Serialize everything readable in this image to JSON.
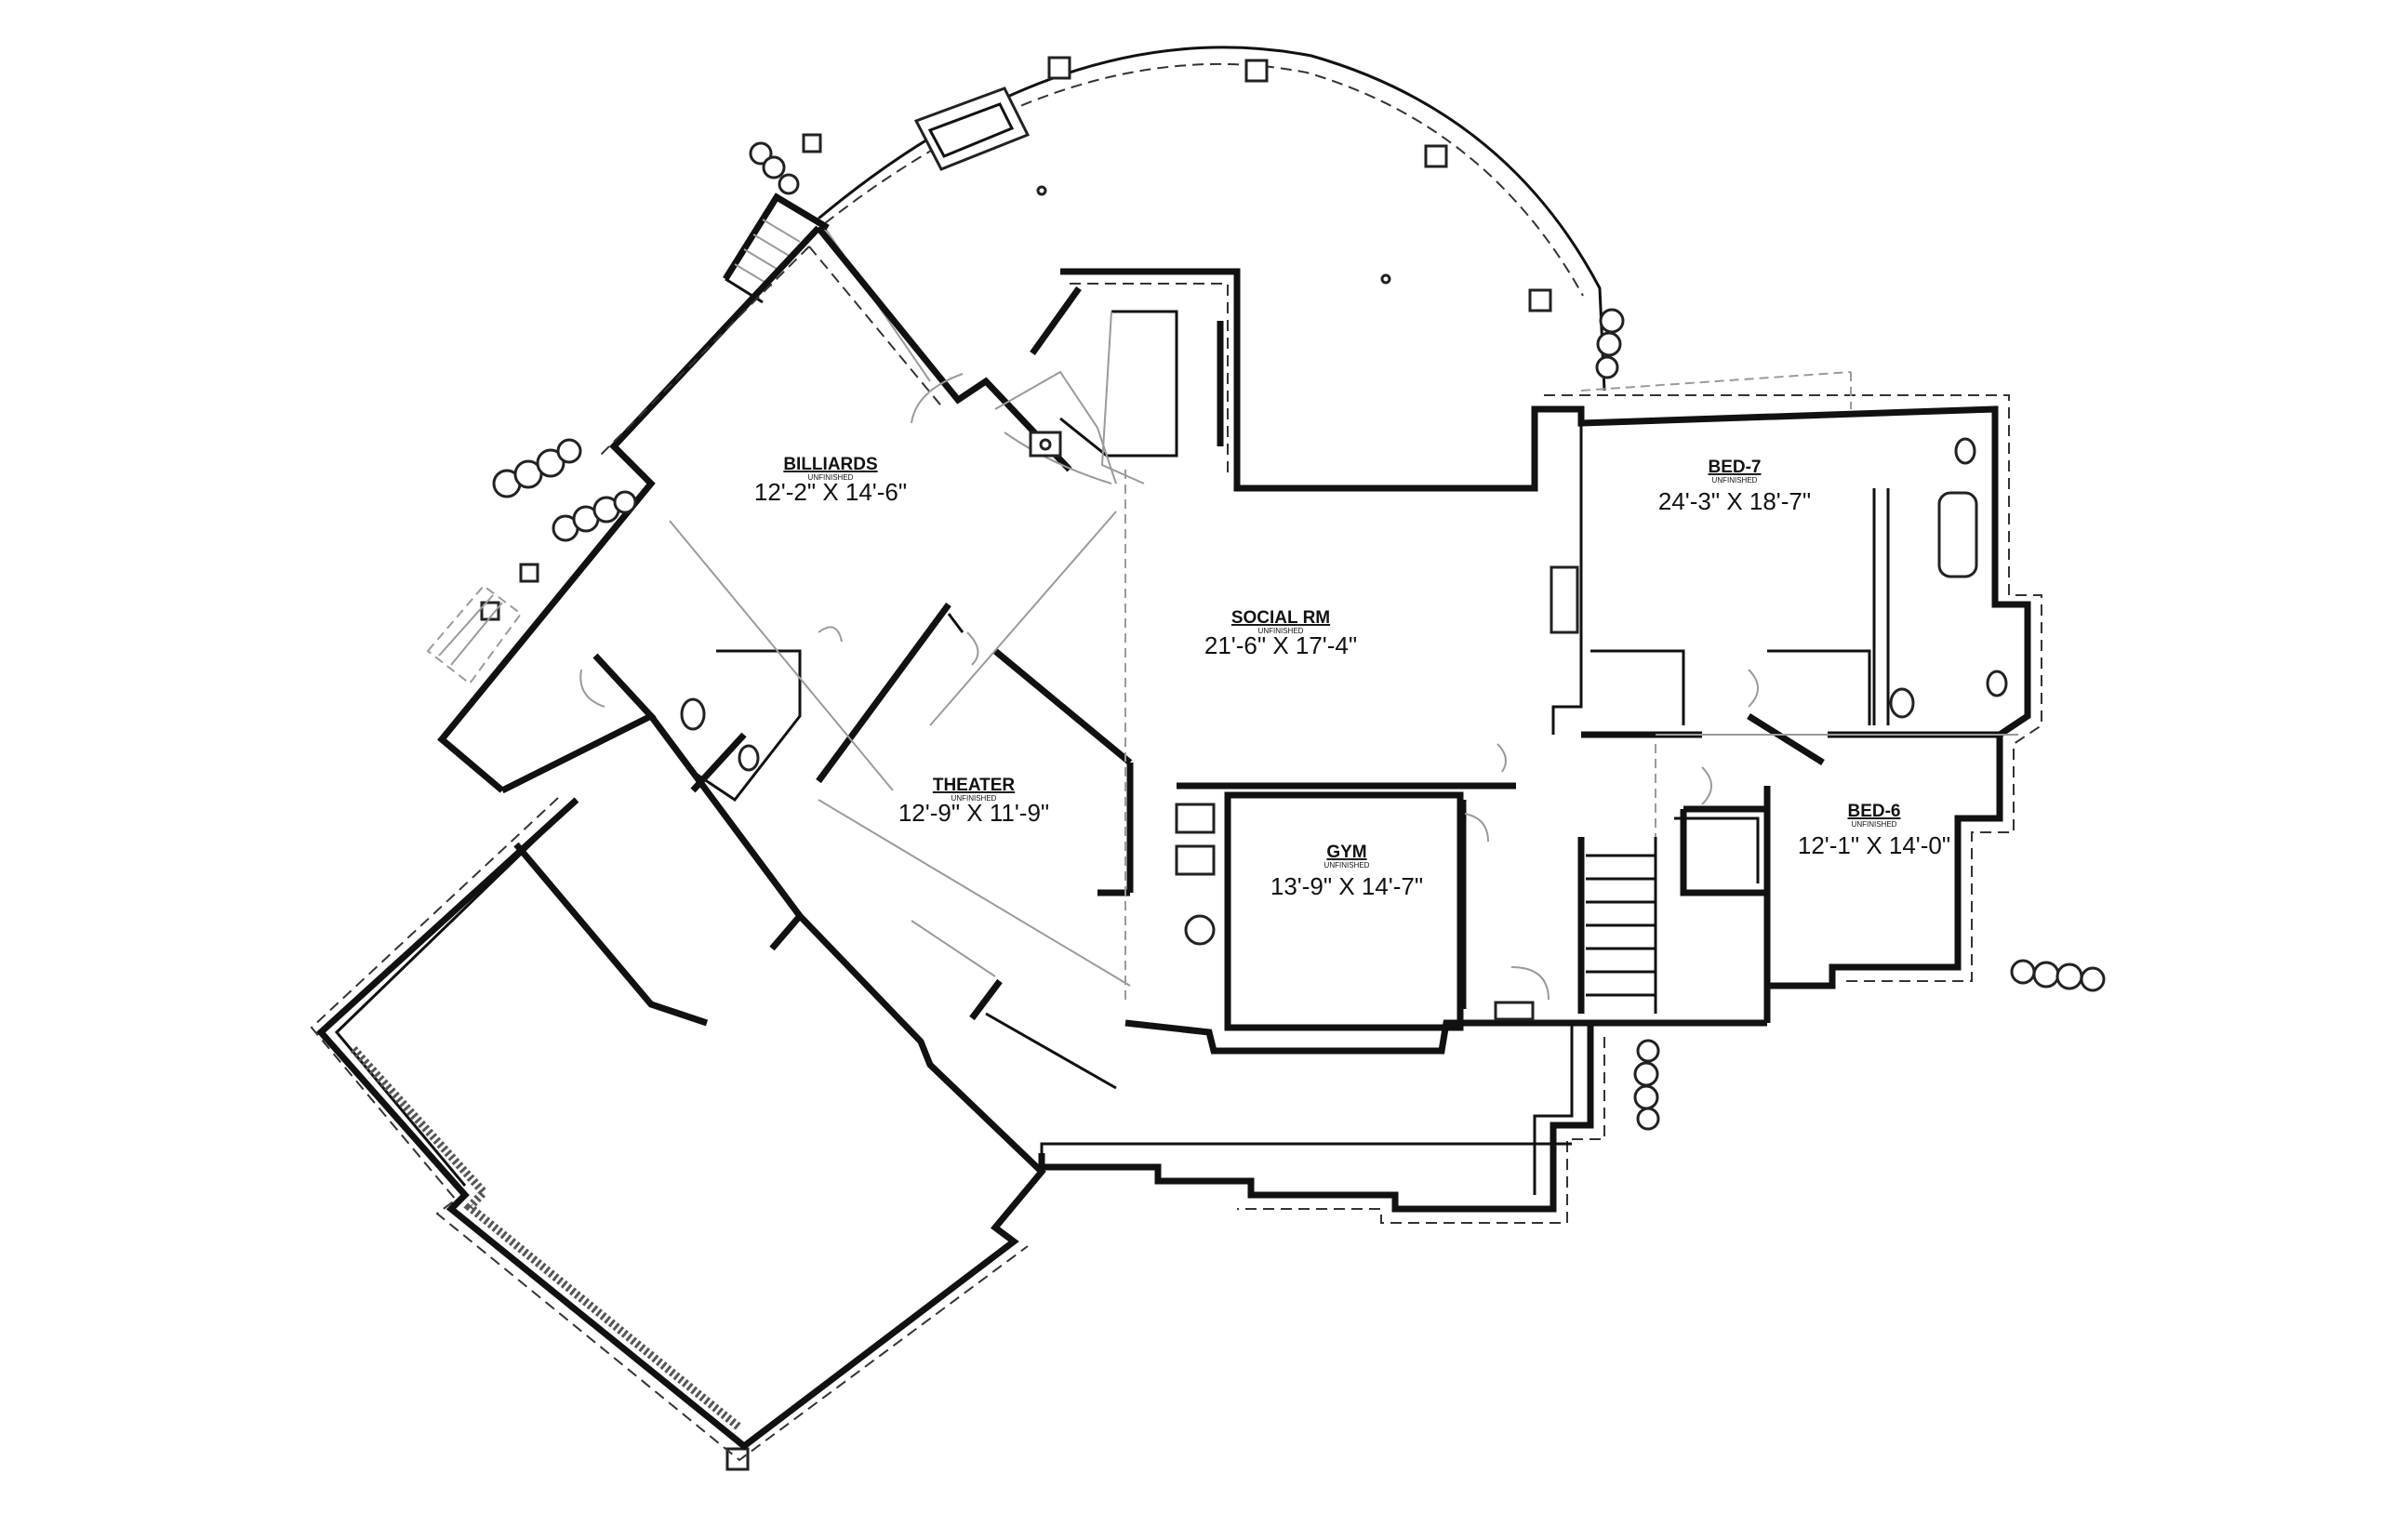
{
  "rooms": {
    "billiards": {
      "name": "BILLIARDS",
      "note": "UNFINISHED",
      "dims": "12'-2\" X 14'-6\""
    },
    "social": {
      "name": "SOCIAL RM",
      "note": "UNFINISHED",
      "dims": "21'-6\" X 17'-4\""
    },
    "theater": {
      "name": "THEATER",
      "note": "UNFINISHED",
      "dims": "12'-9\" X 11'-9\""
    },
    "gym": {
      "name": "GYM",
      "note": "UNFINISHED",
      "dims": "13'-9\" X 14'-7\""
    },
    "bed7": {
      "name": "BED-7",
      "note": "UNFINISHED",
      "dims": "24'-3\" X 18'-7\""
    },
    "bed6": {
      "name": "BED-6",
      "note": "UNFINISHED",
      "dims": "12'-1\" X 14'-0\""
    }
  },
  "icons": {
    "shrub": "shrub-icon",
    "column": "column-icon",
    "stair": "stair-icon",
    "door": "door-swing-icon",
    "toilet": "toilet-icon",
    "tub": "bathtub-icon",
    "sink": "sink-icon",
    "fireplace": "fireplace-icon"
  },
  "colors": {
    "line": "#111111",
    "background": "#ffffff"
  }
}
